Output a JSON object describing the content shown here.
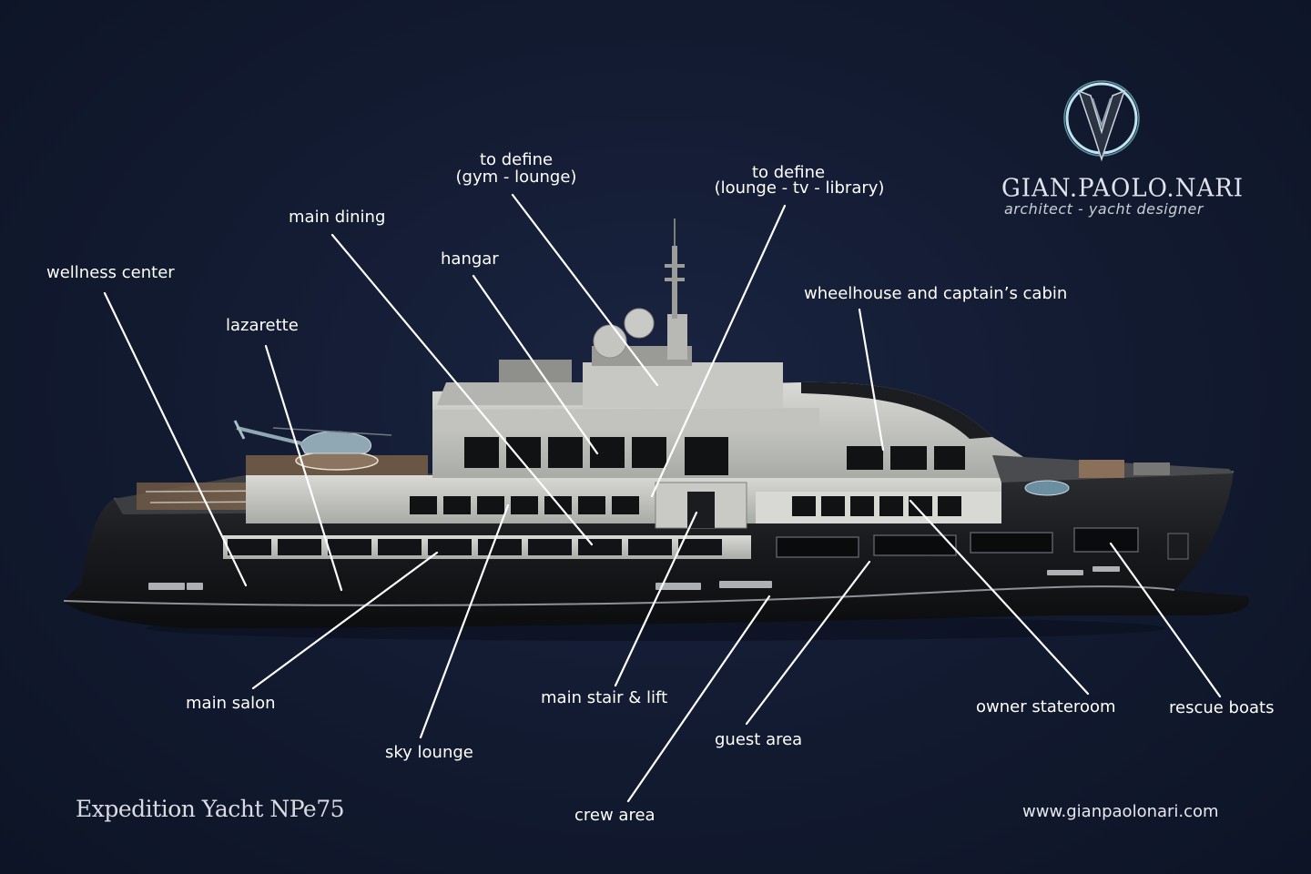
{
  "logo": {
    "name": "GIAN.PAOLO.NARI",
    "tagline": "architect - yacht designer",
    "icon": "gpn-monogram-icon"
  },
  "caption": "Expedition Yacht NPe75",
  "website": "www.gianpaolonari.com",
  "labels": {
    "wellness_center": "wellness center",
    "lazarette": "lazarette",
    "main_dining": "main dining",
    "hangar": "hangar",
    "gym_lounge_line1": "to define",
    "gym_lounge_line2": "(gym - lounge)",
    "library_line1": "to define",
    "library_line2": "(lounge - tv - library)",
    "wheelhouse": "wheelhouse and captain’s cabin",
    "main_salon": "main salon",
    "sky_lounge": "sky lounge",
    "main_stair": "main stair & lift",
    "crew_area": "crew area",
    "guest_area": "guest area",
    "owner_stateroom": "owner stateroom",
    "rescue_boats": "rescue boats"
  }
}
